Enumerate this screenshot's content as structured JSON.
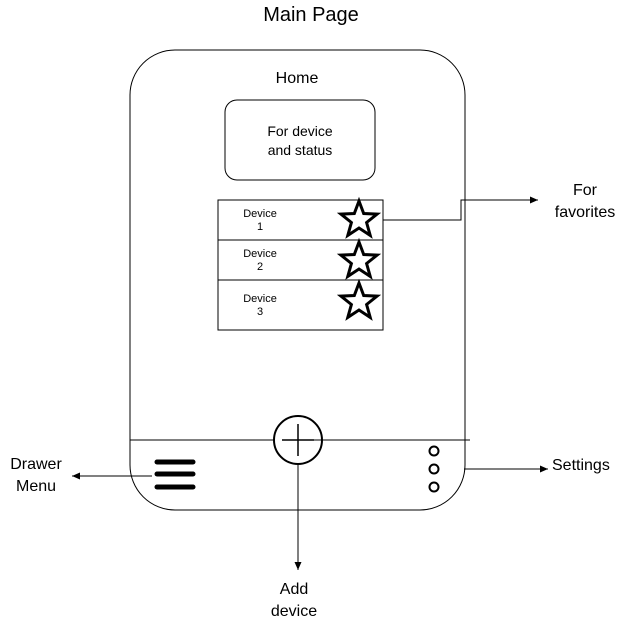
{
  "title": "Main Page",
  "phone": {
    "header": "Home",
    "status_box": {
      "line1": "For device",
      "line2": "and status"
    },
    "devices": [
      {
        "line1": "Device",
        "line2": "1",
        "favorite_icon": "star-icon"
      },
      {
        "line1": "Device",
        "line2": "2",
        "favorite_icon": "star-icon"
      },
      {
        "line1": "Device",
        "line2": "3",
        "favorite_icon": "star-icon"
      }
    ],
    "bottom_bar": {
      "left_icon": "hamburger-menu-icon",
      "center_icon": "add-circle-icon",
      "right_icon": "vertical-dots-icon"
    }
  },
  "annotations": {
    "favorites": {
      "line1": "For",
      "line2": "favorites"
    },
    "drawer": {
      "line1": "Drawer",
      "line2": "Menu"
    },
    "settings": {
      "line1": "Settings"
    },
    "add": {
      "line1": "Add",
      "line2": "device"
    }
  },
  "colors": {
    "stroke": "#000000",
    "background": "#ffffff"
  }
}
